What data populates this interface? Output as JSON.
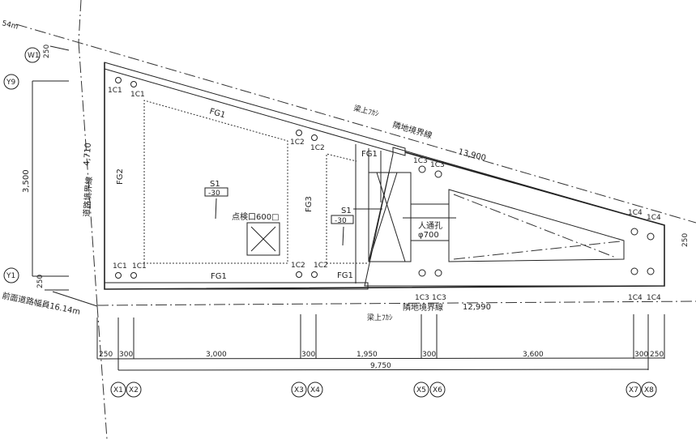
{
  "boundaries": {
    "road_width": "54m",
    "road_boundary": "道路境界線",
    "road_boundary_dim": "4,710",
    "front_road": "前面道路幅員16.14m",
    "neighbor_top": "隣地境界線",
    "neighbor_top_dim": "13,900",
    "neighbor_bottom": "隣地境界線",
    "neighbor_bottom_dim": "12,990",
    "beam_offset_top": "梁上ﾌｶｼ",
    "beam_offset_bottom": "梁上ﾌｶｼ",
    "right_dim": "250"
  },
  "grid": {
    "y_axes": [
      "W1",
      "Y9",
      "Y1"
    ],
    "x_axes": [
      "X1",
      "X2",
      "X3",
      "X4",
      "X5",
      "X6",
      "X7",
      "X8"
    ],
    "y_dims": {
      "top": "250",
      "main": "3,500",
      "bottom": "250"
    }
  },
  "beams": {
    "fg1_top": "FG1",
    "fg1_bottom": "FG1",
    "fg2": "FG2",
    "fg3": "FG3",
    "fg1_mid": "FG1",
    "fg1_mid_bottom": "FG1"
  },
  "columns": {
    "c1": "1C1",
    "c2": "1C2",
    "c3": "1C3",
    "c4": "1C4"
  },
  "slabs": [
    {
      "name": "S1",
      "level": "-30"
    },
    {
      "name": "S1",
      "level": "-30"
    }
  ],
  "openings": {
    "inspection": "点検口600□",
    "manhole": "人通孔",
    "manhole_size": "φ700"
  },
  "dimensions": {
    "segments": [
      "250",
      "300",
      "3,000",
      "300",
      "1,950",
      "300",
      "3,600",
      "300",
      "250"
    ],
    "total": "9,750"
  }
}
